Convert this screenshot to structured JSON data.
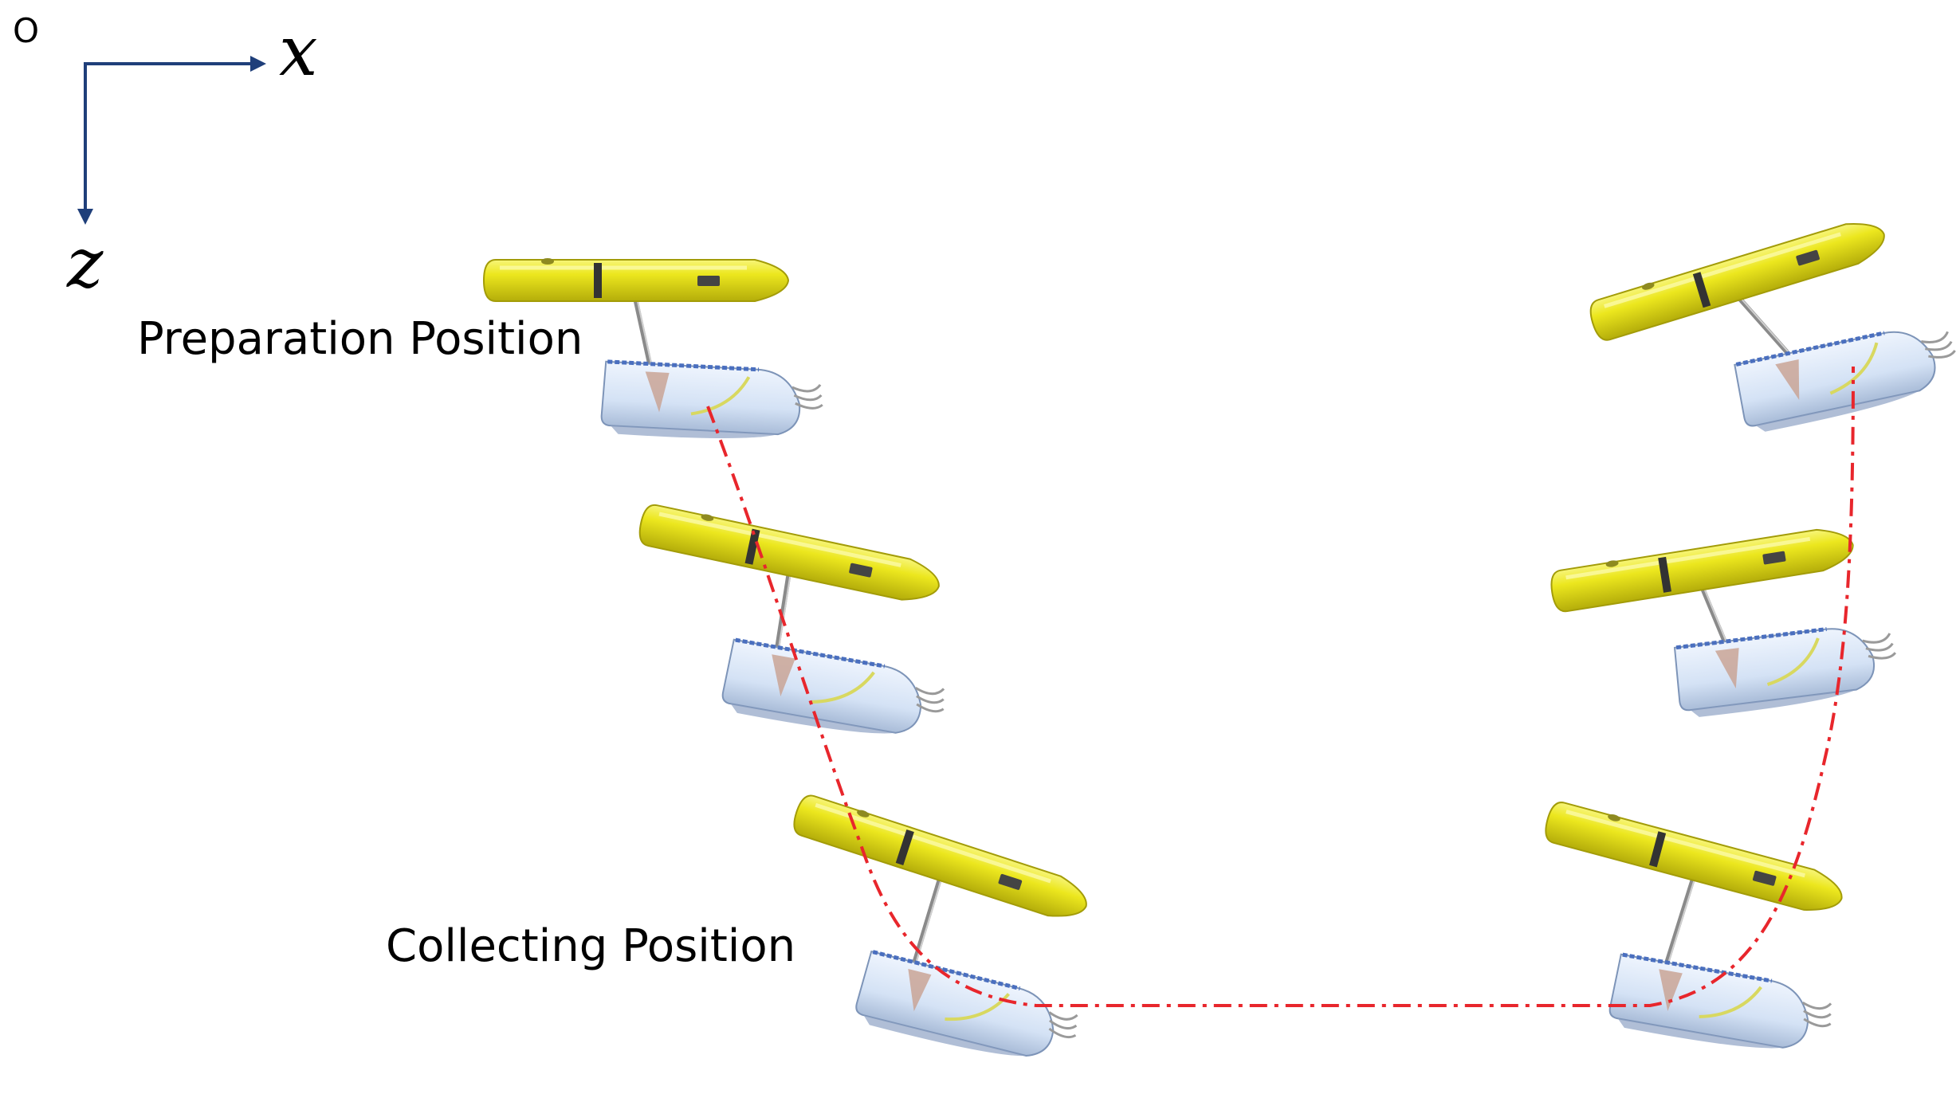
{
  "axes": {
    "origin_label": "O",
    "x_label": "x",
    "z_label": "z"
  },
  "labels": {
    "preparation": "Preparation Position",
    "collecting": "Collecting Position"
  },
  "colors": {
    "axis": "#1f3f7a",
    "trajectory": "#e8262c",
    "float_body": "#e6e01c",
    "float_highlight": "#f7f57a",
    "float_shadow": "#b4ad0a",
    "collector_body": "#dce8f8",
    "collector_edge": "#4a6fbf",
    "collector_hose": "#d8d860",
    "strut": "#8a8a8a",
    "band": "#333333"
  }
}
